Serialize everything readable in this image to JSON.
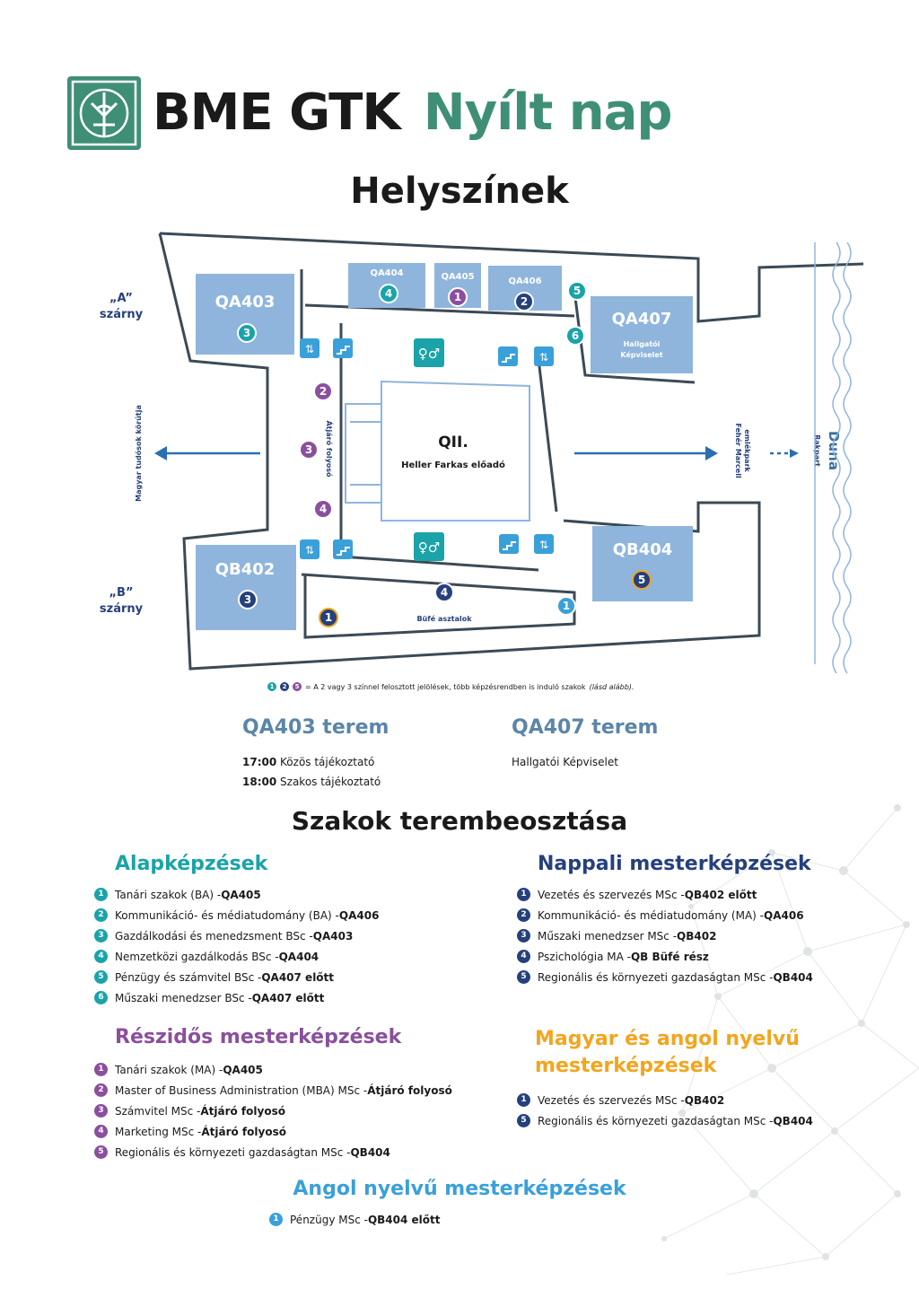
{
  "header": {
    "title_part1": "BME GTK",
    "title_part2": "Nyílt nap",
    "subtitle": "Helyszínek"
  },
  "colors": {
    "green": "#3f8f77",
    "room_blue": "#8fb5dd",
    "teal": "#1aa3a8",
    "purple": "#8a4f9e",
    "navy": "#26407c",
    "orange": "#f2a51e",
    "sky": "#3aa0da",
    "wall": "#3b4a56"
  },
  "map": {
    "wing_a_line1": "„A”",
    "wing_a_line2": "szárny",
    "wing_b_line1": "„B”",
    "wing_b_line2": "szárny",
    "rooms": {
      "qa403": "QA403",
      "qa404": "QA404",
      "qa405": "QA405",
      "qa406": "QA406",
      "qa407": "QA407",
      "qa407_sub1": "Hallgatói",
      "qa407_sub2": "Képviselet",
      "qb402": "QB402",
      "qb404": "QB404"
    },
    "center_title": "QII.",
    "center_sub": "Heller Farkas előadó",
    "corridor": "Átjáró folyosó",
    "bufe": "Büfé asztalok",
    "left_street": "Magyar tudósok körútja",
    "right_park_line1": "Fehér Marcell",
    "right_park_line2": "emlékpark",
    "rakpart": "Rakpart",
    "duna": "Duna",
    "markers": {
      "m1": "1",
      "m2": "2",
      "m3": "3",
      "m4": "4",
      "m5": "5",
      "m6": "6"
    },
    "icons": [
      "restroom-icon",
      "stairs-icon",
      "elevator-icon"
    ]
  },
  "note": {
    "nums": [
      "1",
      "2",
      "5"
    ],
    "text": "= A 2 vagy 3 színnel felosztott jelölések, több képzésrendben is induló szakok",
    "italic": "(lásd alább)."
  },
  "rooms_info": {
    "qa403": {
      "title": "QA403 terem",
      "line1_time": "17:00",
      "line1_text": "Közös tájékoztató",
      "line2_time": "18:00",
      "line2_text": "Szakos tájékoztató"
    },
    "qa407": {
      "title": "QA407 terem",
      "line1": "Hallgatói Képviselet"
    }
  },
  "section_title": "Szakok terembeosztása",
  "alap": {
    "title": "Alapképzések",
    "items": [
      {
        "num": "1",
        "text": "Tanári szakok (BA) - ",
        "room": "QA405"
      },
      {
        "num": "2",
        "text": "Kommunikáció- és médiatudomány (BA) - ",
        "room": "QA406"
      },
      {
        "num": "3",
        "text": "Gazdálkodási és menedzsment BSc - ",
        "room": "QA403"
      },
      {
        "num": "4",
        "text": "Nemzetközi gazdálkodás BSc - ",
        "room": "QA404"
      },
      {
        "num": "5",
        "text": "Pénzügy és számvitel BSc - ",
        "room": "QA407 előtt"
      },
      {
        "num": "6",
        "text": "Műszaki menedzser BSc - ",
        "room": "QA407 előtt"
      }
    ]
  },
  "nappali": {
    "title": "Nappali mesterképzések",
    "items": [
      {
        "num": "1",
        "text": "Vezetés és szervezés MSc - ",
        "room": "QB402 előtt"
      },
      {
        "num": "2",
        "text": "Kommunikáció- és médiatudomány (MA) - ",
        "room": "QA406"
      },
      {
        "num": "3",
        "text": "Műszaki menedzser MSc - ",
        "room": "QB402"
      },
      {
        "num": "4",
        "text": "Pszichológia MA - ",
        "room": "QB Büfé rész"
      },
      {
        "num": "5",
        "text": "Regionális és környezeti gazdaságtan MSc - ",
        "room": "QB404"
      }
    ]
  },
  "reszidos": {
    "title": "Részidős mesterképzések",
    "items": [
      {
        "num": "1",
        "text": "Tanári szakok (MA) - ",
        "room": "QA405"
      },
      {
        "num": "2",
        "text": "Master of Business Administration (MBA) MSc - ",
        "room": "Átjáró folyosó"
      },
      {
        "num": "3",
        "text": "Számvitel MSc - ",
        "room": "Átjáró folyosó"
      },
      {
        "num": "4",
        "text": "Marketing MSc - ",
        "room": "Átjáró folyosó"
      },
      {
        "num": "5",
        "text": "Regionális és környezeti gazdaságtan MSc - ",
        "room": "QB404"
      }
    ]
  },
  "magyar_angol": {
    "title_line1": "Magyar és angol nyelvű",
    "title_line2": "mesterképzések",
    "items": [
      {
        "num": "1",
        "text": "Vezetés és szervezés MSc - ",
        "room": "QB402"
      },
      {
        "num": "5",
        "text": "Regionális és környezeti gazdaságtan MSc - ",
        "room": "QB404"
      }
    ]
  },
  "angol": {
    "title": "Angol nyelvű mesterképzések",
    "items": [
      {
        "num": "1",
        "text": "Pénzügy MSc - ",
        "room": "QB404 előtt"
      }
    ]
  }
}
